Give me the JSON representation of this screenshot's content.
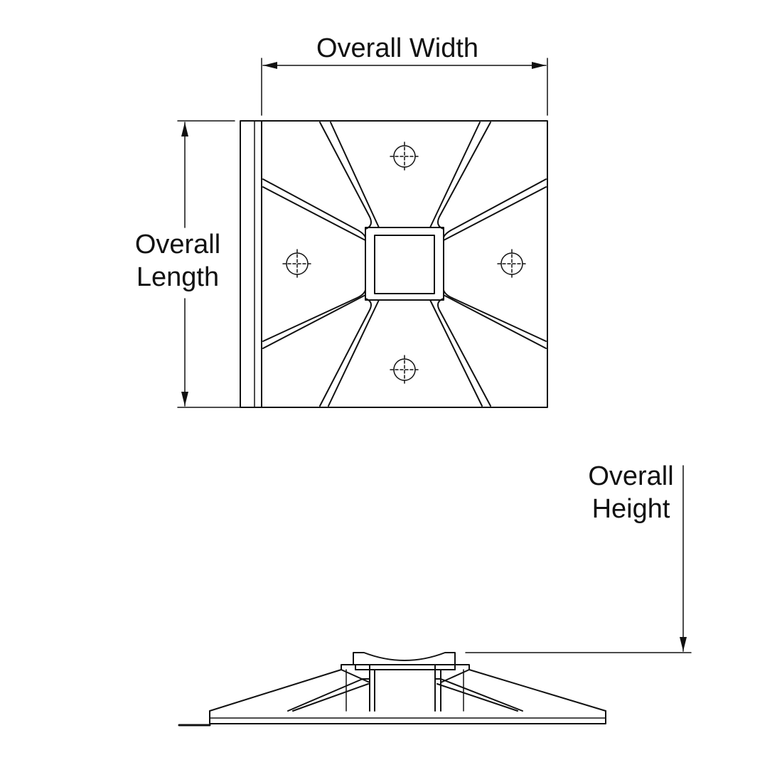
{
  "labels": {
    "overall_width": "Overall Width",
    "overall_length_line1": "Overall",
    "overall_length_line2": "Length",
    "overall_height_line1": "Overall",
    "overall_height_line2": "Height"
  },
  "colors": {
    "line": "#111111",
    "background": "#ffffff"
  }
}
